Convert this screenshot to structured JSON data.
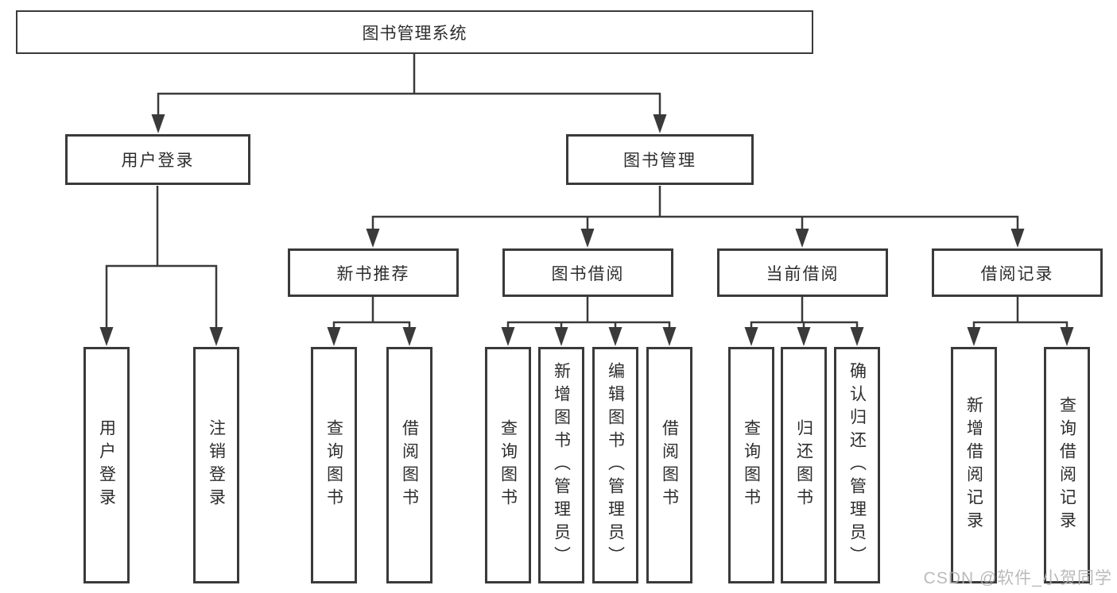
{
  "nodes": {
    "root": "图书管理系统",
    "user_login": "用户登录",
    "book_mgmt": "图书管理",
    "new_book_rec": "新书推荐",
    "book_borrow": "图书借阅",
    "current_borrow": "当前借阅",
    "borrow_record": "借阅记录",
    "leaves": {
      "user_login": [
        "用户登录",
        "注销登录"
      ],
      "new_book_rec": [
        "查询图书",
        "借阅图书"
      ],
      "book_borrow": [
        "查询图书",
        "新增图书（管理员）",
        "编辑图书（管理员）",
        "借阅图书"
      ],
      "current_borrow": [
        "查询图书",
        "归还图书",
        "确认归还（管理员）"
      ],
      "borrow_record": [
        "新增借阅记录",
        "查询借阅记录"
      ]
    }
  },
  "watermark": "CSDN @软件_小贺同学",
  "colors": {
    "line": "#3a3a3a",
    "text": "#2d2d2d",
    "watermark": "#b3b3b3",
    "background": "#ffffff"
  }
}
